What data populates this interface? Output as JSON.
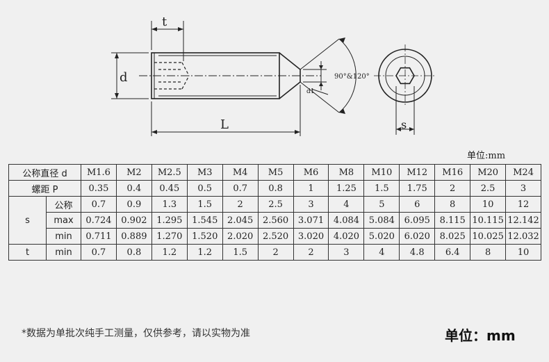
{
  "drawing": {
    "label_t": "t",
    "label_d": "d",
    "label_L": "L",
    "label_angle": "90°&120°",
    "label_d1": "d1",
    "label_s": "s"
  },
  "unit_top": "单位:mm",
  "table": {
    "header_label": "公称直径 d",
    "sizes": [
      "M1.6",
      "M2",
      "M2.5",
      "M3",
      "M4",
      "M5",
      "M6",
      "M8",
      "M10",
      "M12",
      "M16",
      "M20",
      "M24"
    ],
    "pitch_label": "螺距 P",
    "pitch": [
      "0.35",
      "0.4",
      "0.45",
      "0.5",
      "0.7",
      "0.8",
      "1",
      "1.25",
      "1.5",
      "1.75",
      "2",
      "2.5",
      "3"
    ],
    "s_label": "s",
    "s_nominal_label": "公称",
    "s_nominal": [
      "0.7",
      "0.9",
      "1.3",
      "1.5",
      "2",
      "2.5",
      "3",
      "4",
      "5",
      "6",
      "8",
      "10",
      "12"
    ],
    "s_max_label": "max",
    "s_max": [
      "0.724",
      "0.902",
      "1.295",
      "1.545",
      "2.045",
      "2.560",
      "3.071",
      "4.084",
      "5.084",
      "6.095",
      "8.115",
      "10.115",
      "12.142"
    ],
    "s_min_label": "min",
    "s_min": [
      "0.711",
      "0.889",
      "1.270",
      "1.520",
      "2.020",
      "2.520",
      "3.020",
      "4.020",
      "5.020",
      "6.020",
      "8.025",
      "10.025",
      "12.032"
    ],
    "t_label": "t",
    "t_min_label": "min",
    "t_min": [
      "0.7",
      "0.8",
      "1.2",
      "1.2",
      "1.5",
      "2",
      "2",
      "3",
      "4",
      "4.8",
      "6.4",
      "8",
      "10"
    ]
  },
  "footnote": "*数据为单批次纯手工测量，仅供参考，请以实物为准",
  "unit_bottom": "单位：mm"
}
